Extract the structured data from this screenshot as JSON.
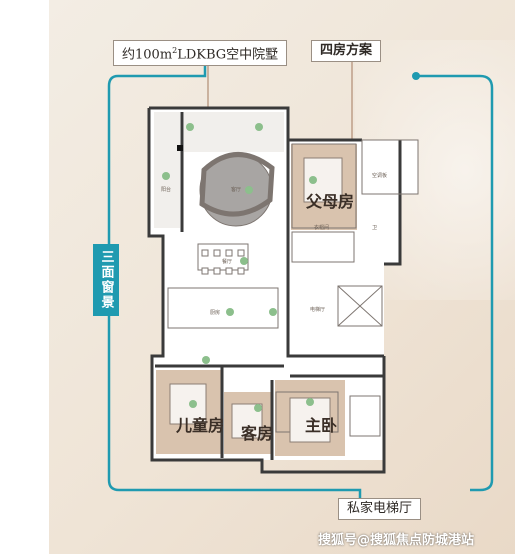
{
  "header": {
    "title_part1": "约100m",
    "title_sup": "2",
    "title_part2": "LDKBG空中院墅",
    "plan_name": "四房方案"
  },
  "side_tag": "三面窗景",
  "rooms": {
    "parents": "父母房",
    "child": "儿童房",
    "guest": "客房",
    "master": "主卧"
  },
  "small_labels": {
    "yard": "阳台",
    "living": "客厅",
    "dining": "餐厅",
    "kitchen": "厨房",
    "lift_hall": "电梯厅",
    "ac": "空调板",
    "wardrobe": "衣帽间",
    "bath": "卫"
  },
  "footer": {
    "elevator": "私家电梯厅",
    "watermark": "搜狐号@搜狐焦点防城港站"
  },
  "colors": {
    "accent_line": "#1f9ab0",
    "wall": "#3a3a3a",
    "frame": "#a47a5f"
  }
}
